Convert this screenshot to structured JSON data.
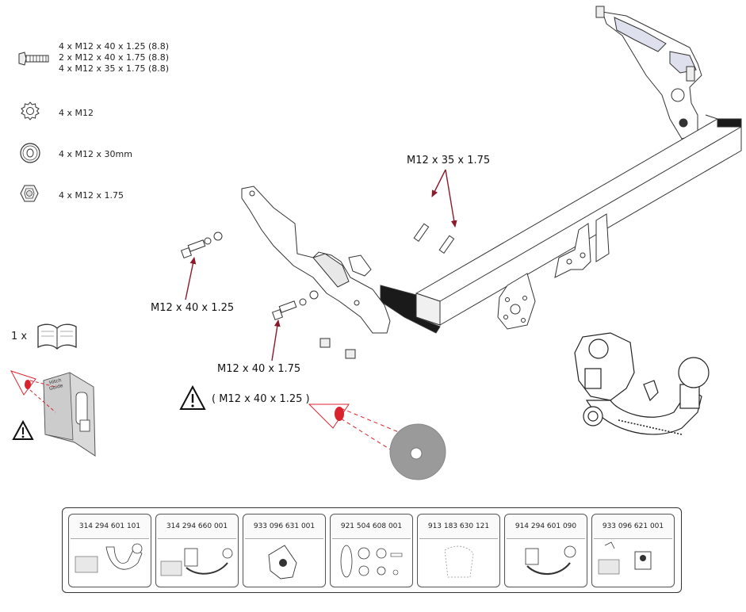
{
  "legend": [
    {
      "icon": "bolt-icon",
      "lines": [
        "4 x M12 x 40 x 1.25 (8.8)",
        "2 x M12 x 40 x 1.75 (8.8)",
        "4 x M12 x 35 x 1.75 (8.8)"
      ]
    },
    {
      "icon": "lock-washer-icon",
      "lines": [
        "4 x M12"
      ]
    },
    {
      "icon": "flat-washer-icon",
      "lines": [
        "4 x M12 x 30mm"
      ]
    },
    {
      "icon": "nut-icon",
      "lines": [
        "4 x M12 x 1.75"
      ]
    }
  ],
  "callouts": {
    "top_bolts": "M12 x 35 x 1.75",
    "left_bolt": "M12 x 40 x 1.25",
    "lower_bolt": "M12 x 40 x 1.75",
    "washer_note": "( M12 x 40 x 1.25 )"
  },
  "manual": {
    "count": "1 x",
    "icon": "book-icon",
    "guide_text": [
      "Hitch",
      "Guide"
    ]
  },
  "parts": [
    {
      "number": "314 294 601 101"
    },
    {
      "number": "314 294 660 001"
    },
    {
      "number": "933 096 631 001"
    },
    {
      "number": "921 504 608 001"
    },
    {
      "number": "913 183 630 121"
    },
    {
      "number": "914 294 601 090"
    },
    {
      "number": "933 096 621 001"
    }
  ],
  "colors": {
    "arrow": "#8b1a2b",
    "red_eye": "#d9232d",
    "line": "#333333",
    "gray_disc": "#9a9a9a"
  }
}
